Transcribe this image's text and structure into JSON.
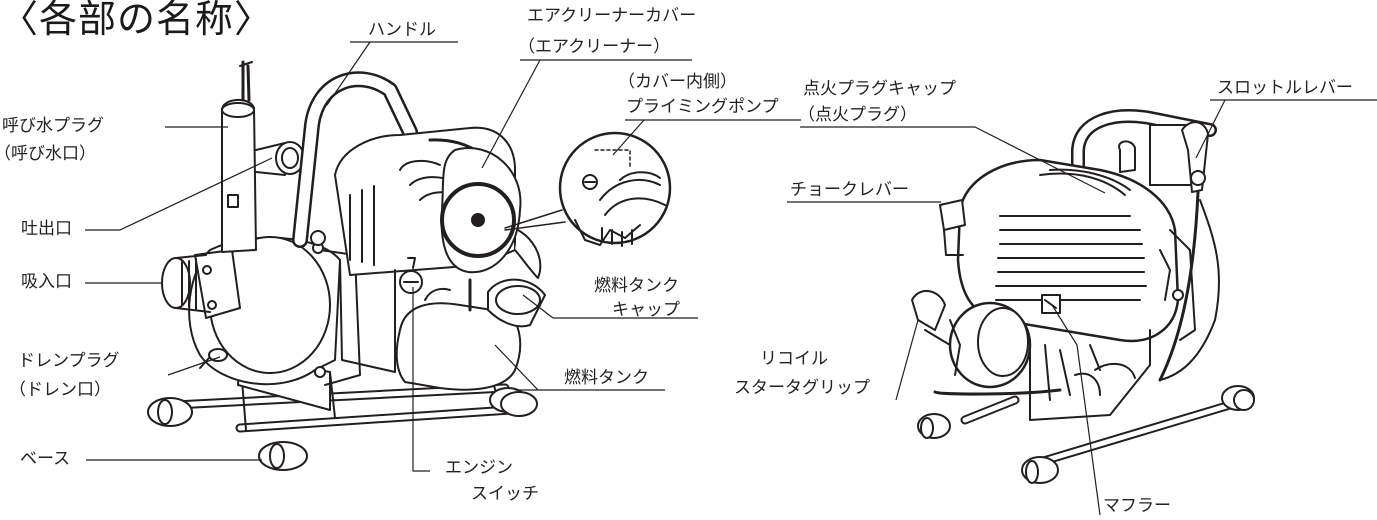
{
  "title": "〈各部の名称〉",
  "colors": {
    "line": "#231f20",
    "paper": "#ffffff",
    "shade": "#3a3a3a"
  },
  "pump_labels": {
    "handle": "ハンドル",
    "air_cleaner_cover": "エアクリーナーカバー",
    "air_cleaner": "（エアクリーナー）",
    "cover_inside": "（カバー内側）",
    "priming_pump": "プライミングポンプ",
    "priming_plug": "呼び水プラグ",
    "priming_port": "（呼び水口）",
    "outlet": "吐出口",
    "inlet": "吸入口",
    "drain_plug": "ドレンプラグ",
    "drain_port": "（ドレン口）",
    "base": "ベース",
    "fuel_tank_cap_1": "燃料タンク",
    "fuel_tank_cap_2": "キャップ",
    "fuel_tank": "燃料タンク",
    "engine_switch_1": "エンジン",
    "engine_switch_2": "スイッチ"
  },
  "engine_labels": {
    "spark_plug_cap": "点火プラグキャップ",
    "spark_plug": "（点火プラグ）",
    "throttle_lever": "スロットルレバー",
    "choke_lever": "チョークレバー",
    "recoil_grip_1": "リコイル",
    "recoil_grip_2": "スタータグリップ",
    "muffler": "マフラー"
  }
}
